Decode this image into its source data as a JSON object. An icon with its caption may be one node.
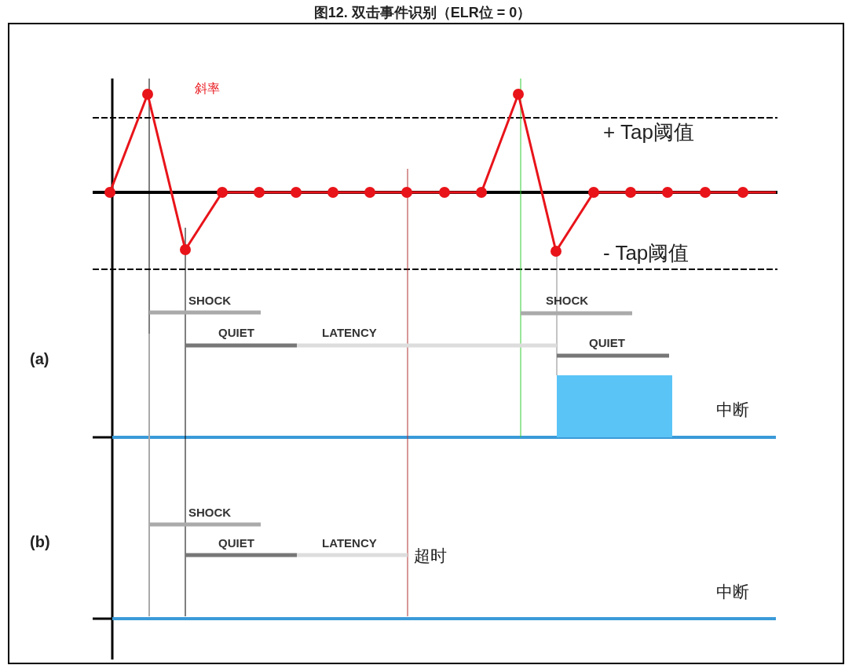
{
  "diagram": {
    "title": "图12. 双击事件识别（ELR位 = 0）",
    "labels": [
      "斜率",
      "+ Tap阈值",
      "- Tap阈值",
      "SHOCK",
      "SHOCK",
      "QUIET",
      "LATENCY",
      "QUIET",
      "(a)",
      "中断",
      "SHOCK",
      "QUIET",
      "LATENCY",
      "(b)",
      "超时",
      "中断"
    ]
  }
}
